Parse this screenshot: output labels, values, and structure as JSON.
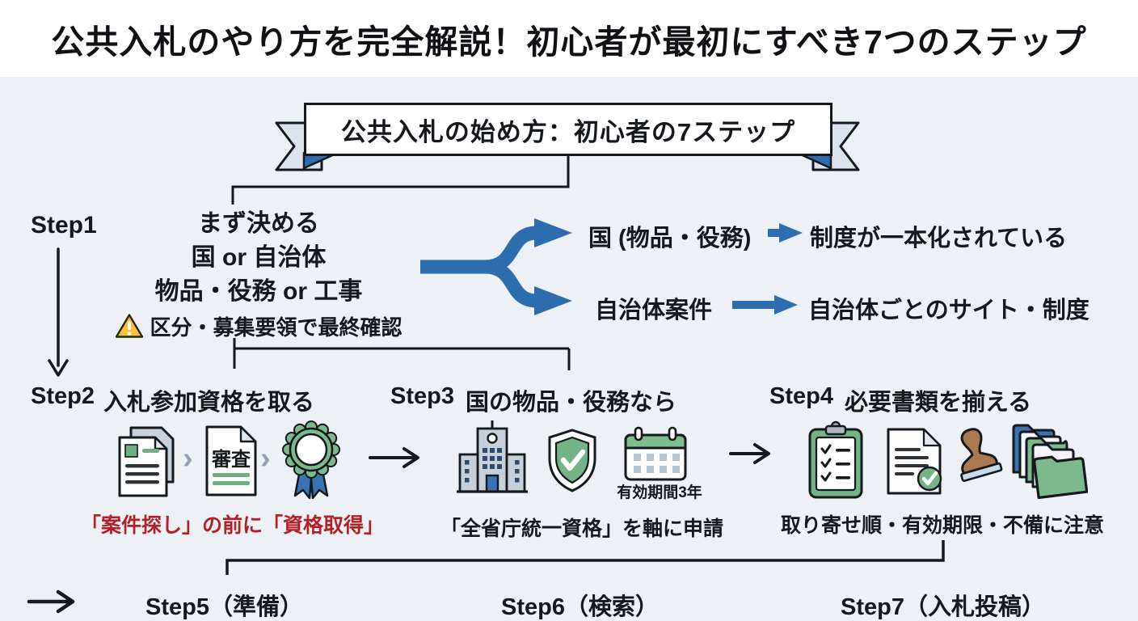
{
  "header": {
    "title": "公共入札のやり方を完全解説！初心者が最初にすべき7つのステップ"
  },
  "banner": {
    "title": "公共入札の始め方：初心者の7ステップ"
  },
  "colors": {
    "accent_blue": "#2e6dad",
    "alert_red": "#b3202a",
    "main_green": "#74b287",
    "warn_yellow": "#f8c23a",
    "line_black": "#15181c"
  },
  "step1": {
    "label": "Step1",
    "line1": "まず決める",
    "line2": "国 or 自治体",
    "line3": "物品・役務 or 工事",
    "warning": "区分・募集要領で最終確認"
  },
  "branches": {
    "top": {
      "label": "国 (物品・役務)",
      "result": "制度が一本化されている"
    },
    "bottom": {
      "label": "自治体案件",
      "result": "自治体ごとのサイト・制度"
    }
  },
  "step2": {
    "label": "Step2",
    "title": "入札参加資格を取る",
    "doc_text": "審査",
    "caption": "「案件探し」の前に「資格取得」"
  },
  "step3": {
    "label": "Step3",
    "title": "国の物品・役務なら",
    "calendar_note": "有効期間3年",
    "caption": "「全省庁統一資格」を軸に申請"
  },
  "step4": {
    "label": "Step4",
    "title": "必要書類を揃える",
    "caption": "取り寄せ順・有効期限・不備に注意"
  },
  "footer": {
    "steps": [
      "Step5（準備）",
      "Step6（検索）",
      "Step7（入札投稿）"
    ]
  }
}
